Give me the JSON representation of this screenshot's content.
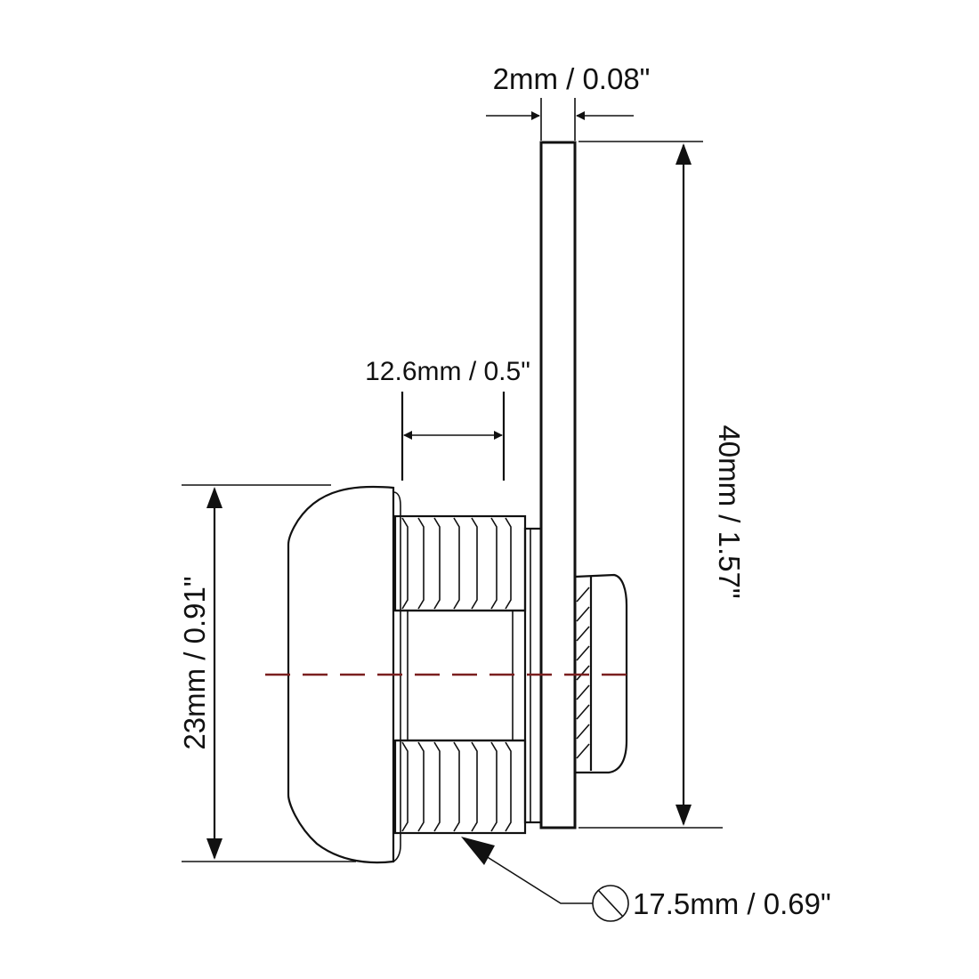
{
  "dimensions": {
    "plate_thickness": "2mm / 0.08\"",
    "cam_length": "40mm / 1.57\"",
    "thread_length": "12.6mm / 0.5\"",
    "head_diameter": "23mm / 0.91\"",
    "thread_diameter": "17.5mm / 0.69\""
  },
  "colors": {
    "line": "#111111",
    "centerline": "#7a1f1f",
    "background": "#ffffff"
  },
  "icons": {
    "diameter_symbol": "diameter-icon"
  }
}
